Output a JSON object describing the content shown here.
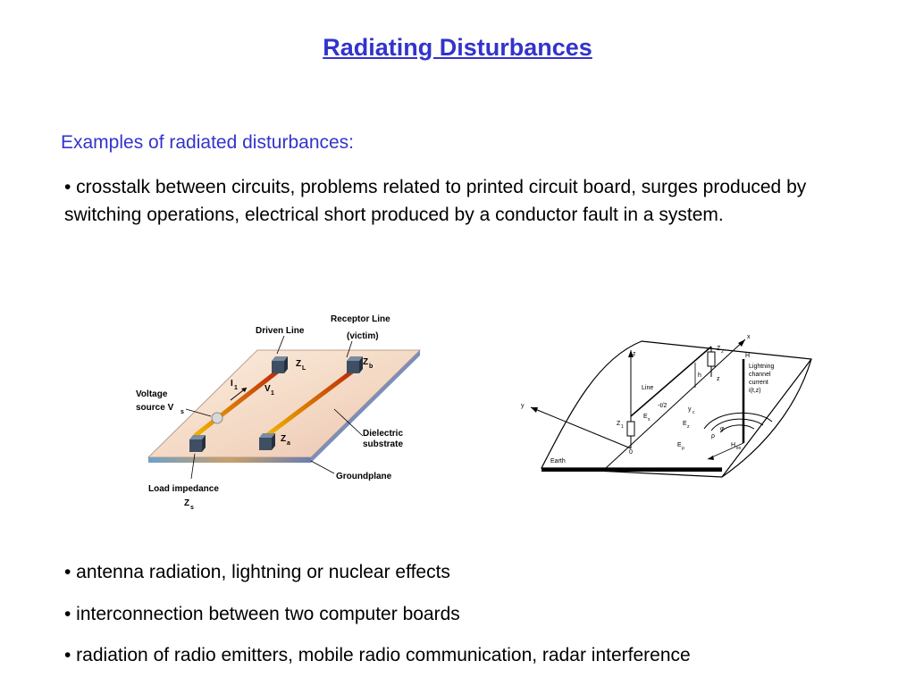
{
  "slide": {
    "title": "Radiating Disturbances",
    "subheading": "Examples of radiated disturbances:",
    "bullets": [
      "• crosstalk between circuits, problems related to printed circuit board, surges produced by switching operations, electrical short produced by a conductor fault in a system.",
      "• antenna radiation, lightning or nuclear effects",
      "• interconnection between two computer boards",
      "• radiation of radio emitters, mobile radio communication, radar interference"
    ],
    "accent_color": "#3333cc"
  },
  "figure_left": {
    "driven_line": "Driven Line",
    "receptor_line_1": "Receptor Line",
    "receptor_line_2": "(victim)",
    "voltage_1": "Voltage",
    "voltage_2": "source V",
    "voltage_sub": "s",
    "i1": "I",
    "i1_sub": "1",
    "v1": "V",
    "v1_sub": "1",
    "zl": "Z",
    "zl_sub": "L",
    "zb": "Z",
    "zb_sub": "b",
    "za": "Z",
    "za_sub": "a",
    "dielectric_1": "Dielectric",
    "dielectric_2": "substrate",
    "groundplane": "Groundplane",
    "load_1": "Load impedance",
    "load_2": "Z",
    "load_sub": "s"
  },
  "figure_right": {
    "x": "x",
    "y": "y",
    "z": "z",
    "line": "Line",
    "h": "h",
    "z_small": "z",
    "z2": "Z",
    "z2_sub": "2",
    "z1": "Z",
    "z1_sub": "1",
    "l2": "-ℓ/2",
    "yc": "y",
    "yc_sub": "c",
    "ex": "E",
    "ex_sub": "x",
    "ez": "E",
    "ez_sub": "z",
    "erho": "E",
    "erho_sub": "ρ",
    "rho": "ρ",
    "phi": "φ",
    "H": "H",
    "hex": "H",
    "hex_sub": "ex",
    "lightning_1": "Lightning",
    "lightning_2": "channel",
    "lightning_3": "current",
    "lightning_4": "i(t,z)",
    "origin": "0",
    "earth": "Earth"
  }
}
